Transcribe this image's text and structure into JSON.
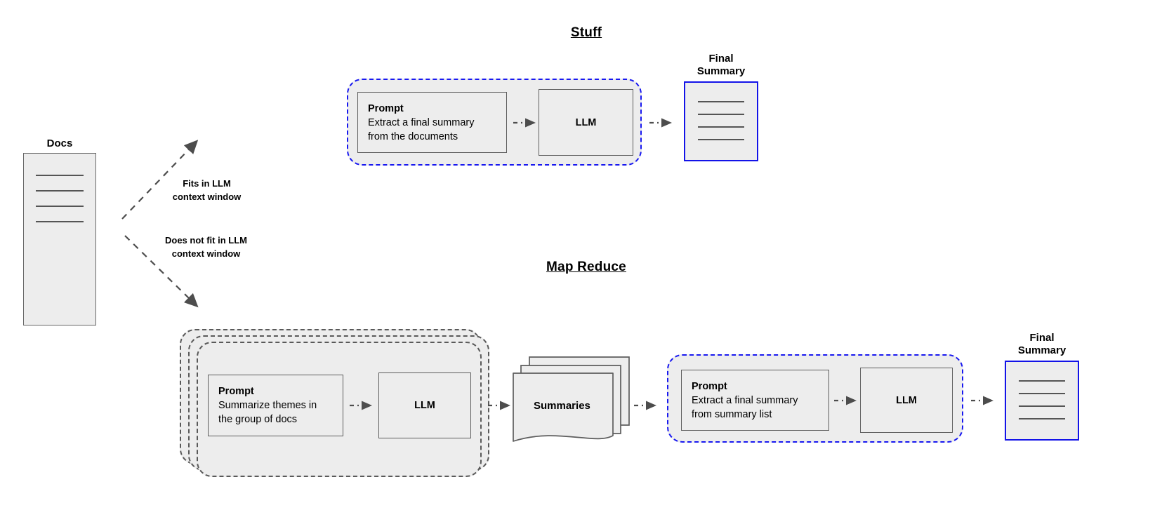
{
  "diagram": {
    "title_stuff": "Stuff",
    "title_map_reduce": "Map Reduce"
  },
  "colors": {
    "accent_blue": "#1818f0",
    "fill_grey": "#ededed",
    "stroke_grey": "#666666",
    "arrow_grey": "#4d4d4d",
    "text": "#000000"
  },
  "source": {
    "docs_label": "Docs"
  },
  "edges": [
    {
      "id": "fits",
      "label_line1": "Fits in LLM",
      "label_line2": "context window"
    },
    {
      "id": "does-not-fit",
      "label_line1": "Does not fit in LLM",
      "label_line2": "context window"
    }
  ],
  "stuff": {
    "title": "Stuff",
    "prompt": {
      "heading": "Prompt",
      "line1": "Extract a final summary",
      "line2": "from the documents"
    },
    "llm_label": "LLM",
    "final_summary": {
      "label_line1": "Final",
      "label_line2": "Summary"
    }
  },
  "map_reduce": {
    "title": "Map Reduce",
    "map_stage": {
      "prompt": {
        "heading": "Prompt",
        "line1": "Summarize themes in",
        "line2": "the group of docs"
      },
      "llm_label": "LLM"
    },
    "summaries_label": "Summaries",
    "reduce_stage": {
      "prompt": {
        "heading": "Prompt",
        "line1": "Extract a final summary",
        "line2": "from summary list"
      },
      "llm_label": "LLM"
    },
    "final_summary": {
      "label_line1": "Final",
      "label_line2": "Summary"
    }
  }
}
